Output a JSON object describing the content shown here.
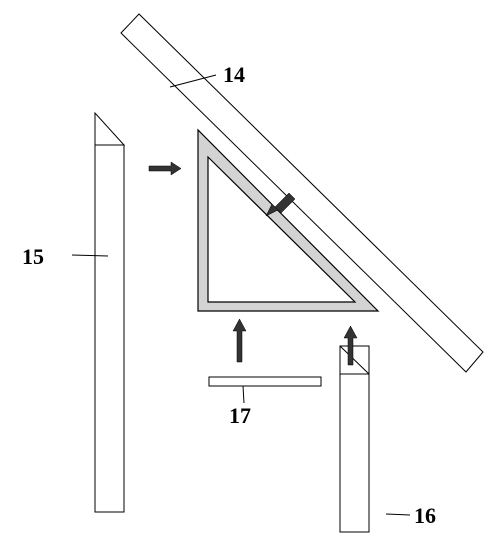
{
  "labels": {
    "part_14": "14",
    "part_15": "15",
    "part_16": "16",
    "part_17": "17"
  },
  "colors": {
    "stroke": "#000000",
    "frame_fill": "#d3d3d3",
    "arrow_fill": "#333333",
    "background": "#ffffff"
  }
}
